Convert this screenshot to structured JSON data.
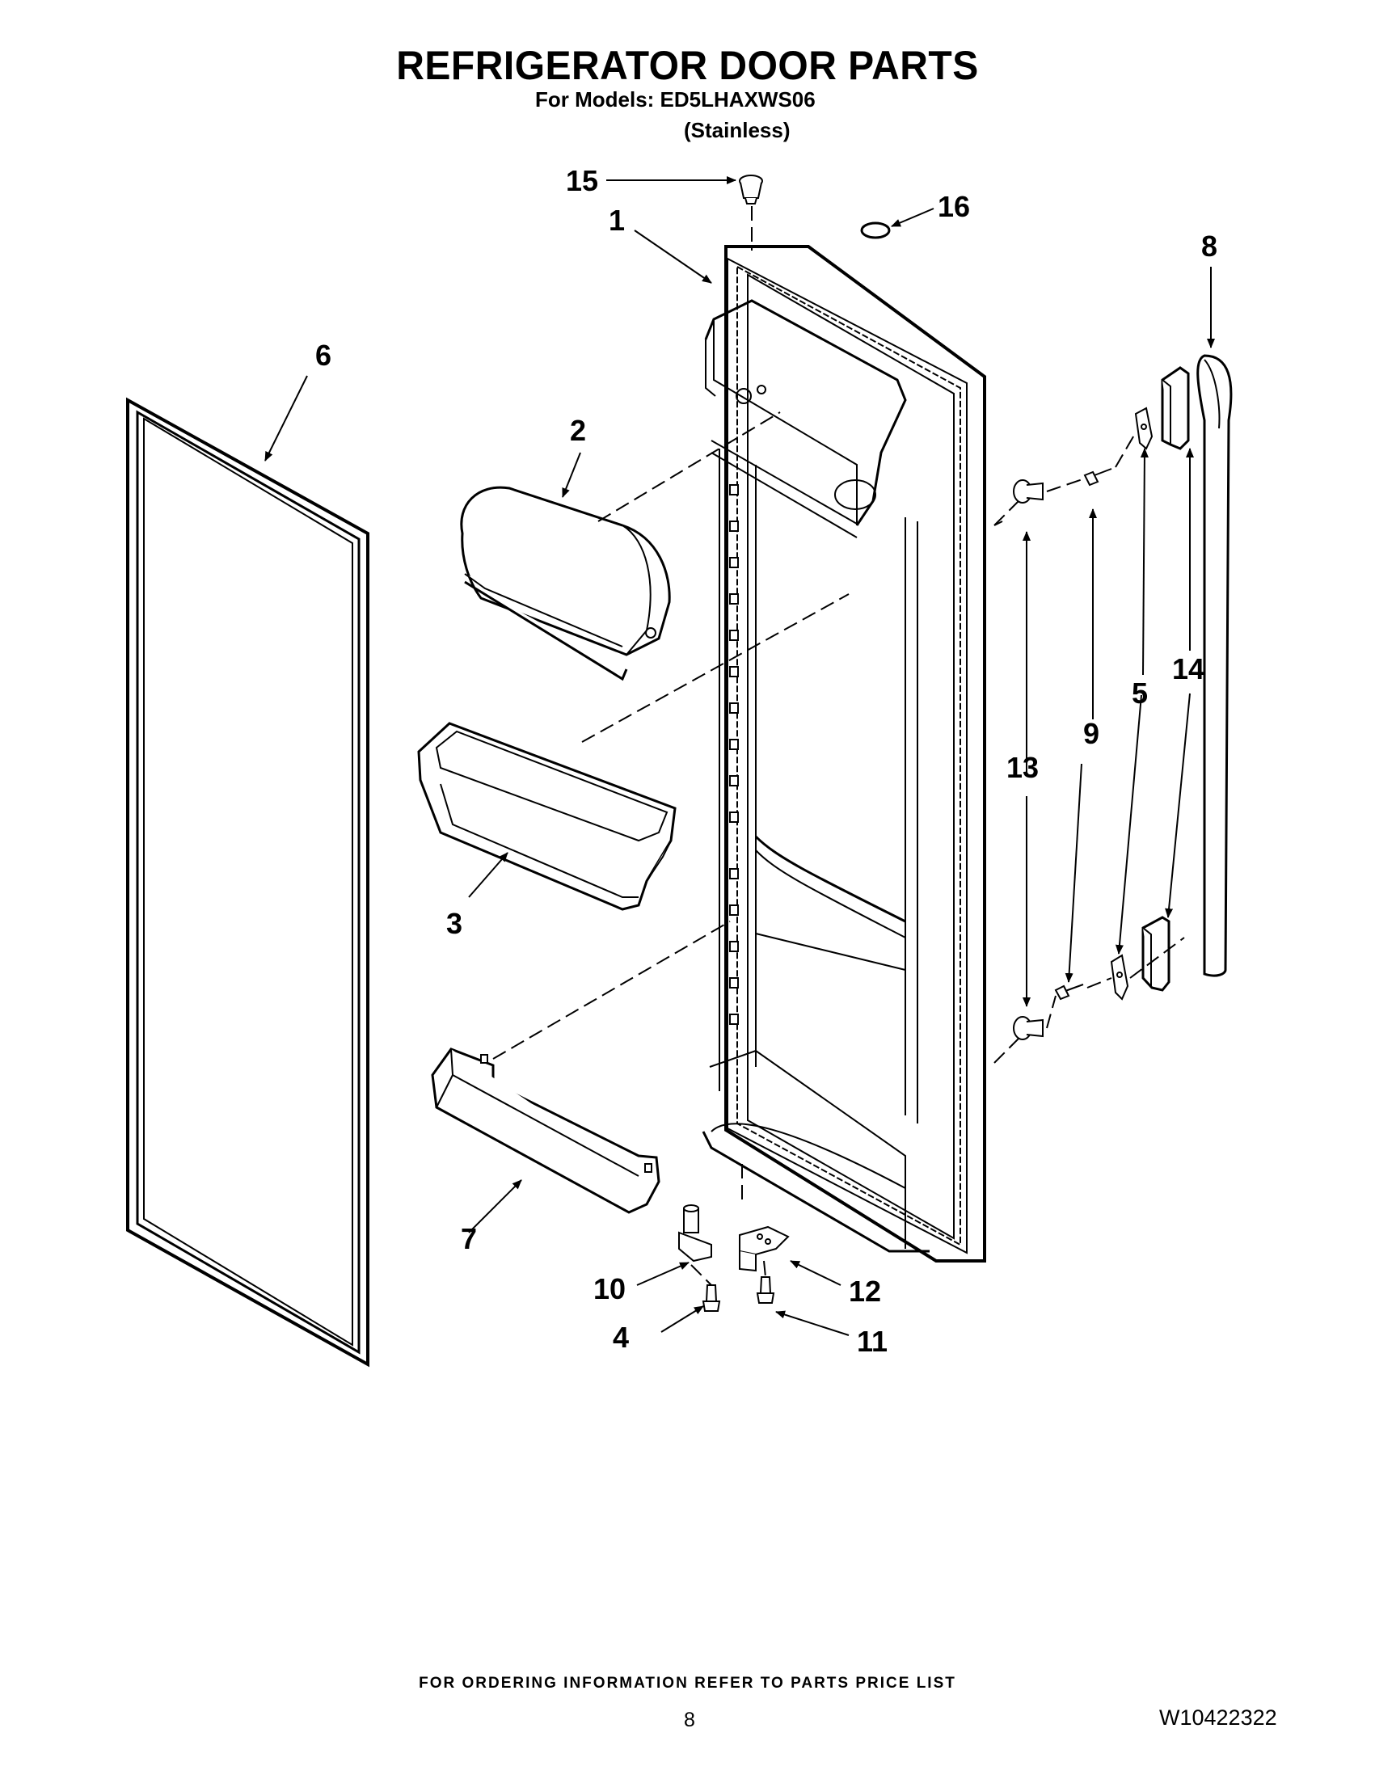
{
  "header": {
    "title": "REFRIGERATOR DOOR PARTS",
    "models_line": "For Models: ED5LHAXWS06",
    "variant_line": "(Stainless)"
  },
  "callouts": [
    "1",
    "2",
    "3",
    "4",
    "5",
    "6",
    "7",
    "8",
    "9",
    "10",
    "11",
    "12",
    "13",
    "14",
    "15",
    "16"
  ],
  "footer": {
    "ordering_note": "FOR ORDERING INFORMATION REFER TO PARTS PRICE LIST",
    "page_number": "8",
    "document_number": "W10422322"
  }
}
